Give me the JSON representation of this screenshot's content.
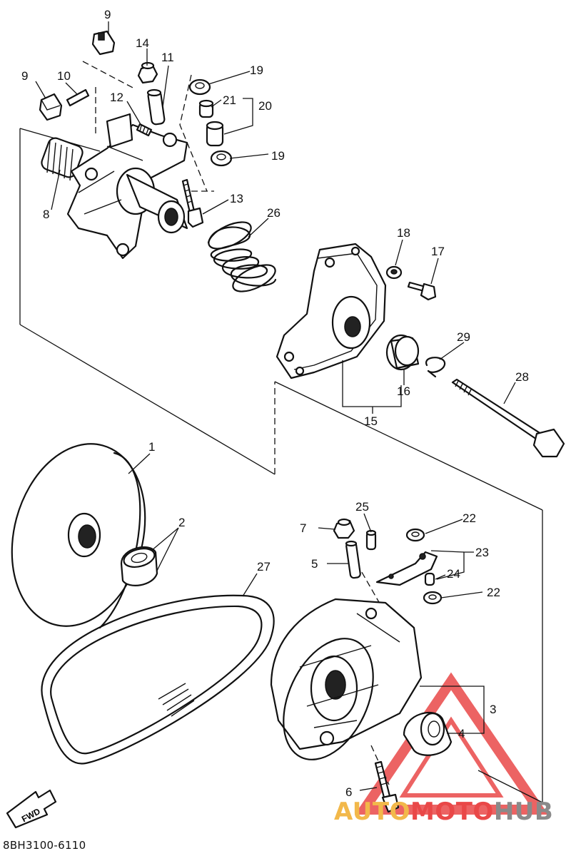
{
  "diagram": {
    "drawing_code": "8BH3100-6110",
    "callouts": {
      "p1": "1",
      "p2": "2",
      "p3": "3",
      "p4": "4",
      "p5": "5",
      "p6": "6",
      "p7": "7",
      "p8": "8",
      "p9a": "9",
      "p9b": "9",
      "p10": "10",
      "p11": "11",
      "p12": "12",
      "p13": "13",
      "p14": "14",
      "p15": "15",
      "p16": "16",
      "p17": "17",
      "p18": "18",
      "p19a": "19",
      "p19b": "19",
      "p20": "20",
      "p21": "21",
      "p22a": "22",
      "p22b": "22",
      "p23": "23",
      "p24": "24",
      "p25": "25",
      "p26": "26",
      "p27": "27",
      "p28": "28",
      "p29": "29"
    },
    "direction_arrow": "FWD"
  },
  "watermark": {
    "part1": "AUTO",
    "part2": "MOTO",
    "part3": "HUB",
    "color_triangle": "#e94848",
    "color_auto": "#f2b84a",
    "color_hub": "#8a8a8a"
  }
}
